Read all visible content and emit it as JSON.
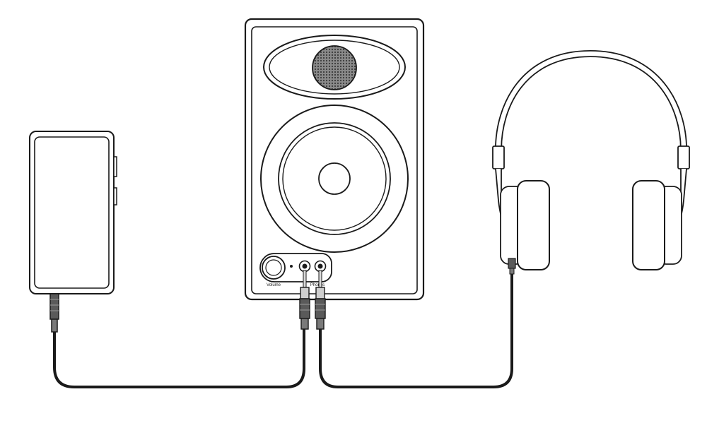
{
  "diagram": {
    "labels": {
      "volume": "Volume",
      "phones": "Phones"
    },
    "components": {
      "phone": "phone-device",
      "speaker": "speaker-unit",
      "headphones": "headphones-device"
    },
    "icons": {
      "phone": "phone-icon",
      "speaker": "speaker-icon",
      "headphones": "headphones-icon",
      "cable": "audio-cable-icon",
      "jack": "audio-jack-icon"
    },
    "colors": {
      "stroke": "#1a1a1a",
      "fill": "#ffffff",
      "mesh": "#6e6e6e",
      "plug_light": "#d9d9d9",
      "plug_dark": "#555555"
    }
  }
}
